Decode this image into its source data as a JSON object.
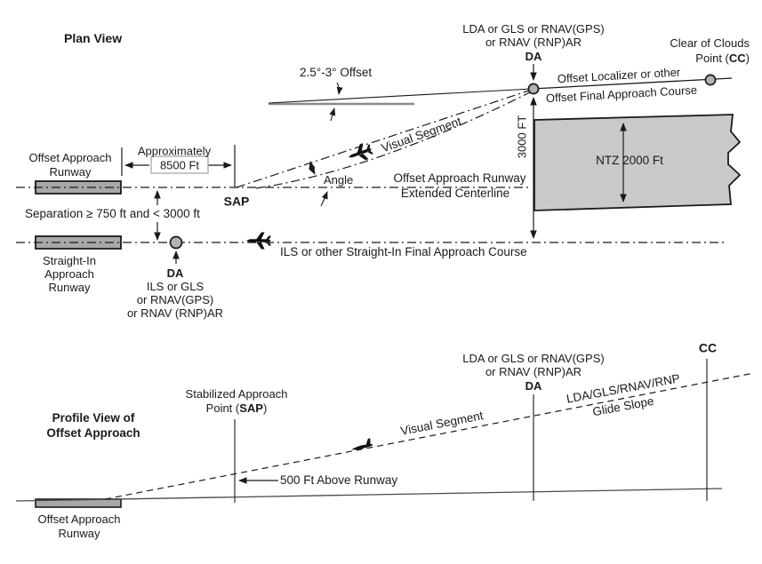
{
  "colors": {
    "line": "#1a1a1a",
    "runway_fill": "#a8a8a8",
    "ntz_fill": "#c9c9c9",
    "point_fill": "#b3b3b3",
    "offset_baseline_gray": "#8a8a8a"
  },
  "plan": {
    "title": "Plan View",
    "approach_label": {
      "l1": "LDA or GLS or RNAV(GPS)",
      "l2": "or RNAV (RNP)AR",
      "l3": "DA"
    },
    "clear_of_clouds": {
      "l1": "Clear of Clouds",
      "l2_pre": "Point (",
      "l2_bold": "CC",
      "l2_post": ")"
    },
    "offset_course": {
      "l1": "Offset Localizer or other",
      "l2": "Offset Final Approach Course"
    },
    "offset_angle": "2.5°-3° Offset",
    "visual_segment": "Visual Segment",
    "angle": "Angle",
    "ntz": "NTZ 2000 Ft",
    "dim_3000ft": "3000 FT",
    "extended_centerline": {
      "l1": "Offset Approach Runway",
      "l2": "Extended Centerline"
    },
    "dim_8500": {
      "l1": "Approximately",
      "l2": "8500 Ft"
    },
    "sap": "SAP",
    "offset_runway": {
      "l1": "Offset Approach",
      "l2": "Runway"
    },
    "separation": "Separation ≥ 750 ft and < 3000 ft",
    "straight_in_runway": {
      "l1": "Straight-In",
      "l2": "Approach",
      "l3": "Runway"
    },
    "straight_in_da": {
      "l1": "DA",
      "l2": "ILS or GLS",
      "l3": "or RNAV(GPS)",
      "l4": "or RNAV (RNP)AR"
    },
    "ils_course": "ILS or other Straight-In Final Approach Course"
  },
  "profile": {
    "title": {
      "l1": "Profile View of",
      "l2": "Offset Approach"
    },
    "sap_label": {
      "l1": "Stabilized Approach",
      "l2_pre": "Point (",
      "l2_bold": "SAP",
      "l2_post": ")"
    },
    "approach_label": {
      "l1": "LDA or GLS or RNAV(GPS)",
      "l2": "or RNAV (RNP)AR",
      "l3": "DA"
    },
    "cc": "CC",
    "glide_slope": {
      "l1": "LDA/GLS/RNAV/RNP",
      "l2": "Glide Slope"
    },
    "visual_segment": "Visual Segment",
    "above_runway": "500 Ft Above Runway",
    "runway": {
      "l1": "Offset Approach",
      "l2": "Runway"
    }
  }
}
